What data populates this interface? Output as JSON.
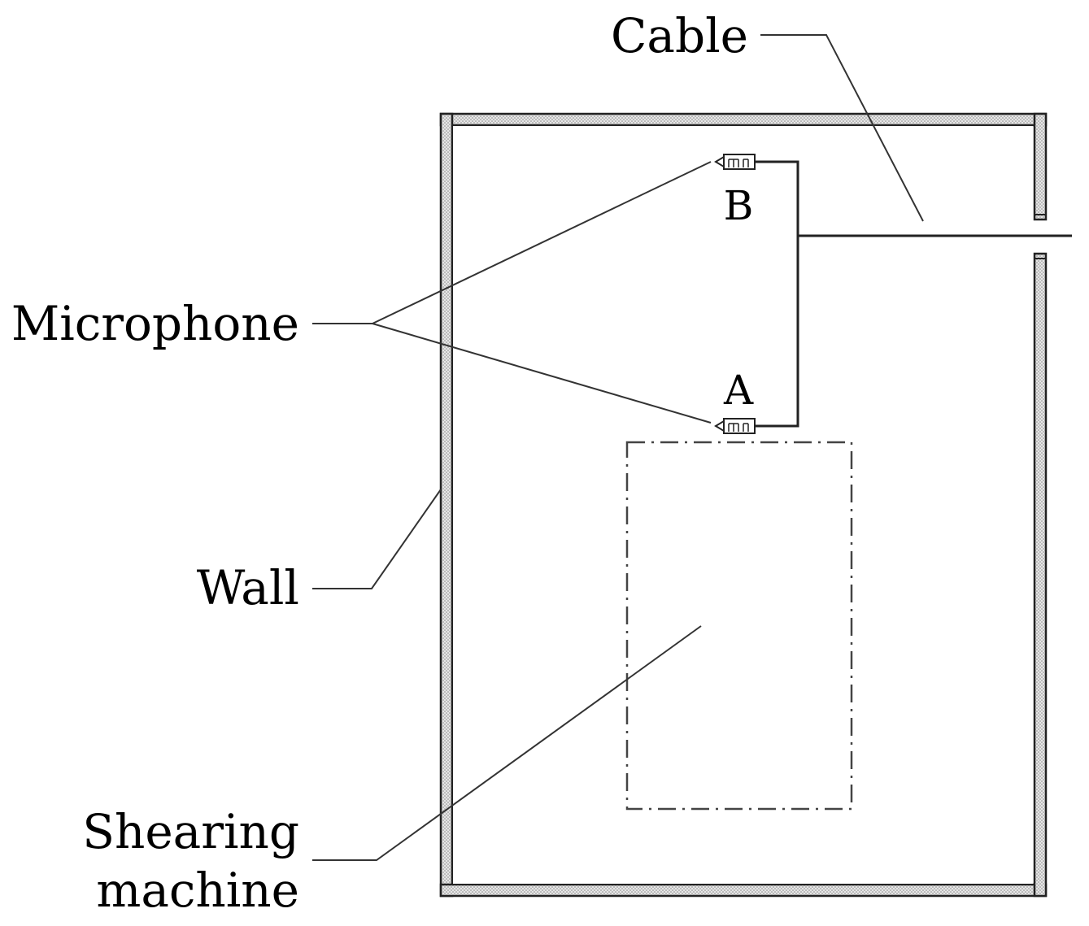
{
  "labels": {
    "cable": "Cable",
    "microphone": "Microphone",
    "wall": "Wall",
    "shearing_line1": "Shearing",
    "shearing_line2": "machine",
    "mic_a": "A",
    "mic_b": "B"
  },
  "colors": {
    "wall_fill": "#d9d9d9",
    "line": "#222222",
    "background": "#ffffff"
  }
}
